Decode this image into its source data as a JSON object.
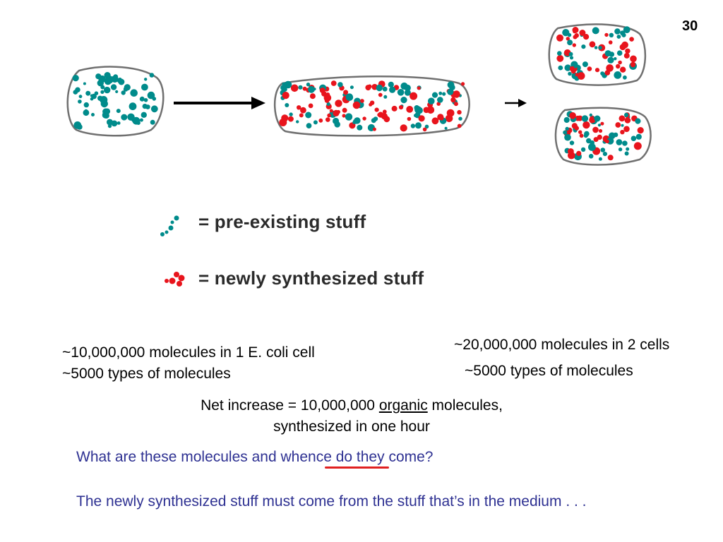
{
  "page_number": "30",
  "legend": {
    "pre_existing": "= pre-existing stuff",
    "newly_synthesized": "= newly synthesized stuff"
  },
  "stats_one_cell": {
    "molecules": "~10,000,000 molecules in 1 E. coli cell",
    "types": "~5000 types of molecules"
  },
  "stats_two_cells": {
    "molecules": "~20,000,000 molecules in 2 cells",
    "types": "~5000 types of molecules"
  },
  "net_increase": {
    "prefix": "Net increase = 10,000,000 ",
    "underlined": "organic",
    "suffix": " molecules,",
    "line2": "synthesized in one hour"
  },
  "question": {
    "prefix": "What are these molecules and ",
    "underlined": "whence",
    "suffix": " do they come?"
  },
  "statement": "The newly synthesized stuff must come from the stuff that’s in the medium . . .",
  "colors": {
    "teal": "#008b8b",
    "red": "#e8141c",
    "question_text": "#2e3192",
    "underline_mark": "#e02020"
  }
}
